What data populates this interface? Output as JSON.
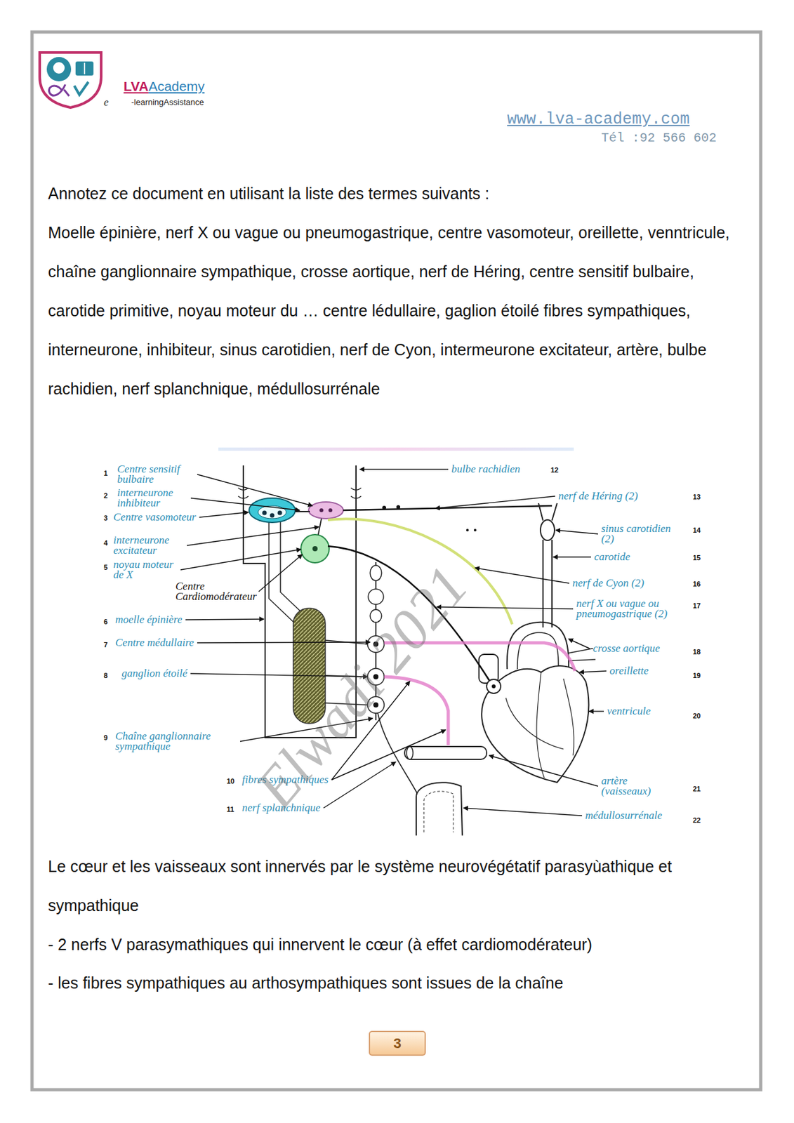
{
  "diagram": {
    "nodes": [
      {
        "text": [
          "3"
        ]
      }
    ],
    "labels": [
      "LVA",
      "Academy",
      "e",
      "-learningAssistance",
      "www.lva-academy.com",
      "Tél :92 566 602",
      "Annotez ce document en utilisant la liste des termes suivants :",
      "Moelle épinière, nerf X ou vague ou pneumogastrique, centre vasomoteur, oreillette, venntricule, chaîne ganglionnaire sympathique, crosse aortique, nerf de Héring, centre sensitif bulbaire, carotide primitive, noyau moteur du … centre lédullaire, gaglion étoilé fibres sympathiques, interneurone, inhibiteur, sinus carotidien, nerf de Cyon, intermeurone excitateur, artère, bulbe rachidien, nerf splanchnique, médullosurrénale",
      "1",
      "Centre sensitif bulbaire",
      "2",
      "interneurone inhibiteur",
      "3",
      "Centre vasomoteur",
      "4",
      "interneurone excitateur",
      "5",
      "noyau moteur de X",
      "Centre Cardiomodérateur",
      "6",
      "moelle épinière",
      "7",
      "Centre médullaire",
      "8",
      "ganglion étoilé",
      "9",
      "Chaîne ganglionnaire sympathique",
      "10",
      "fibres sympathiques",
      "11",
      "nerf splanchnique",
      "bulbe rachidien",
      "12",
      "nerf de Héring (2)",
      "13",
      "sinus carotidien (2)",
      "14",
      "carotide",
      "15",
      "nerf de Cyon (2)",
      "16",
      "nerf X ou vague ou pneumogastrique (2)",
      "17",
      "crosse aortique",
      "18",
      "oreillette",
      "19",
      "ventricule",
      "20",
      "artère (vaisseaux)",
      "21",
      "médullosurrénale",
      "22",
      "Elwadi 2021",
      "Le cœur et les vaisseaux sont innervés par le système neurovégétatif parasyùathique et sympathique",
      "- 2 nerfs V parasymathiques qui innervent le cœur (à effet cardiomodérateur)",
      "- les fibres sympathiques au arthosympathiques sont issues de la chaîne"
    ]
  }
}
